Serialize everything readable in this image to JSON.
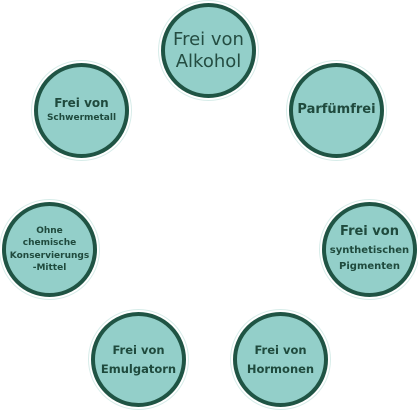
{
  "badges": {
    "alkohol": [
      "Frei von",
      "Alkohol"
    ],
    "schwermetall": [
      "Frei von",
      "Schwermetall"
    ],
    "parfuem": [
      "Parfümfrei"
    ],
    "konservierung": [
      "Ohne",
      "chemische",
      "Konservierungs",
      "-Mittel"
    ],
    "pigmente": [
      "Frei von",
      "synthetischen",
      "Pigmenten"
    ],
    "emulgatoren": [
      "Frei von",
      "Emulgatorn"
    ],
    "hormone": [
      "Frei von",
      "Hormonen"
    ]
  },
  "colors": {
    "fill": "#93cfc9",
    "border": "#1f5444",
    "text": "#1f4a3d"
  }
}
